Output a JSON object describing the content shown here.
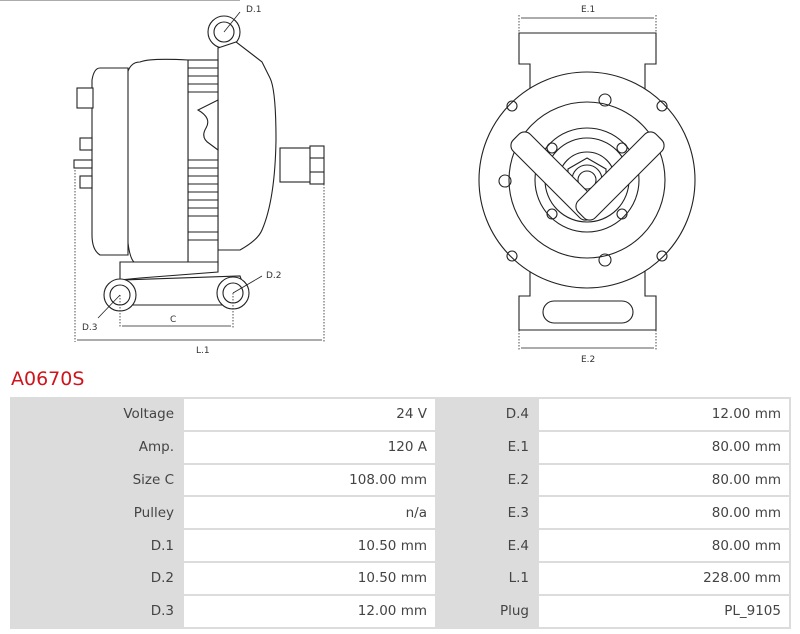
{
  "product_code": "A0670S",
  "diagram_labels": {
    "side": {
      "d1": "D.1",
      "d2": "D.2",
      "d3": "D.3",
      "c": "C",
      "l1": "L.1"
    },
    "front": {
      "e1": "E.1",
      "e2": "E.2"
    }
  },
  "colors": {
    "title": "#d0141c",
    "label_bg": "#dcdcdc"
  },
  "specs": [
    {
      "label": "Voltage",
      "value": "24 V",
      "label2": "D.4",
      "value2": "12.00 mm"
    },
    {
      "label": "Amp.",
      "value": "120 A",
      "label2": "E.1",
      "value2": "80.00 mm"
    },
    {
      "label": "Size C",
      "value": "108.00 mm",
      "label2": "E.2",
      "value2": "80.00 mm"
    },
    {
      "label": "Pulley",
      "value": "n/a",
      "label2": "E.3",
      "value2": "80.00 mm"
    },
    {
      "label": "D.1",
      "value": "10.50 mm",
      "label2": "E.4",
      "value2": "80.00 mm"
    },
    {
      "label": "D.2",
      "value": "10.50 mm",
      "label2": "L.1",
      "value2": "228.00 mm"
    },
    {
      "label": "D.3",
      "value": "12.00 mm",
      "label2": "Plug",
      "value2": "PL_9105"
    }
  ]
}
